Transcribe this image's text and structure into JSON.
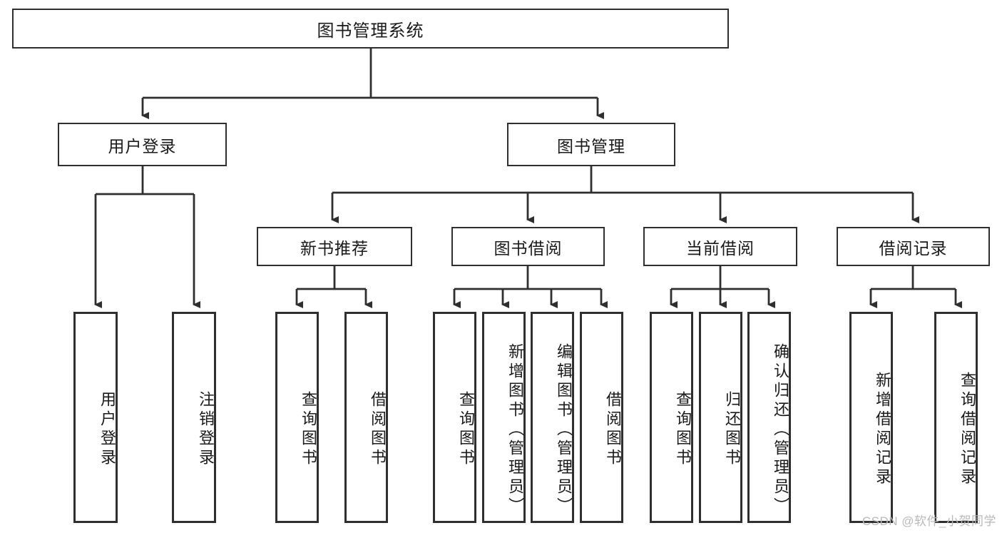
{
  "diagram": {
    "type": "tree-hierarchy",
    "title": "图书管理系统",
    "watermark": "CSDN @软件_小贺同学",
    "nodes": {
      "root": "图书管理系统",
      "level1": [
        "用户登录",
        "图书管理"
      ],
      "level2": [
        "新书推荐",
        "图书借阅",
        "当前借阅",
        "借阅记录"
      ],
      "leaves": {
        "user_login": [
          "用户登录",
          "注销登录"
        ],
        "new_book": [
          "查询图书",
          "借阅图书"
        ],
        "borrow": [
          "查询图书",
          "新增图书（管理员）",
          "编辑图书（管理员）",
          "借阅图书"
        ],
        "current": [
          "查询图书",
          "归还图书",
          "确认归还（管理员）"
        ],
        "records": [
          "新增借阅记录",
          "查询借阅记录"
        ]
      }
    },
    "colors": {
      "stroke": "#2f2f2f",
      "fill": "#ffffff",
      "text": "#1a1a1a",
      "watermark": "#b9b9b9"
    }
  }
}
